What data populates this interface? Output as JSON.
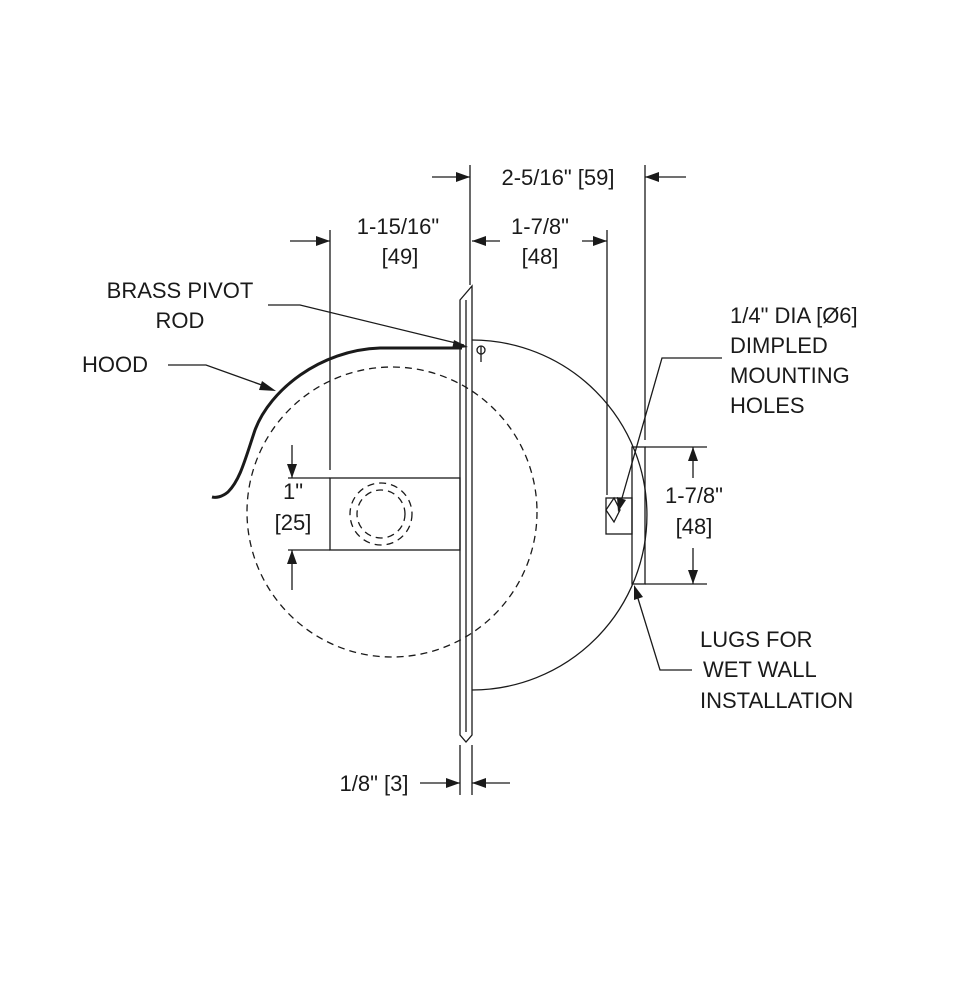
{
  "dimensions": {
    "overall_depth": "2-5/16\" [59]",
    "hood_offset_in": "1-15/16\"",
    "hood_offset_mm": "[49]",
    "roll_depth_in": "1-7/8\"",
    "roll_depth_mm": "[48]",
    "core_height_in": "1\"",
    "core_height_mm": "[25]",
    "lug_height_in": "1-7/8\"",
    "lug_height_mm": "[48]",
    "plate_thickness": "1/8\" [3]"
  },
  "callouts": {
    "pivot_line1": "BRASS PIVOT",
    "pivot_line2": "ROD",
    "hood": "HOOD",
    "holes_line1": "1/4\" DIA [Ø6]",
    "holes_line2": "DIMPLED",
    "holes_line3": "MOUNTING",
    "holes_line4": "HOLES",
    "lugs_line1": "LUGS FOR",
    "lugs_line2": "WET WALL",
    "lugs_line3": "INSTALLATION"
  }
}
